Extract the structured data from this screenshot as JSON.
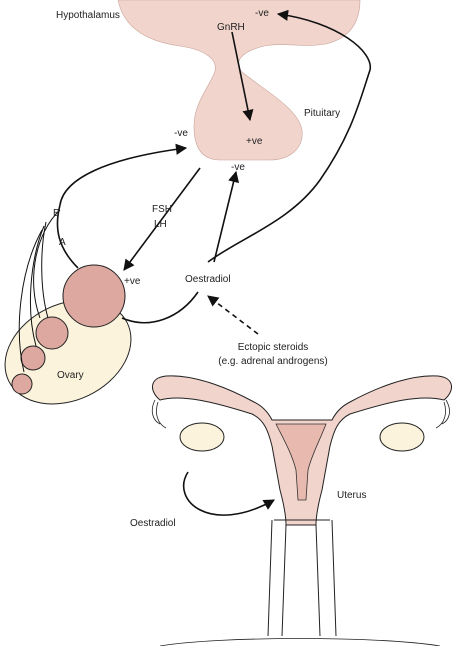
{
  "labels": {
    "hypothalamus": "Hypothalamus",
    "gnrh": "GnRH",
    "pituitary": "Pituitary",
    "neg_top_right": "-ve",
    "pos_pituitary": "+ve",
    "neg_left": "-ve",
    "neg_center": "-ve",
    "fsh": "FSH",
    "lh": "LH",
    "b": "B",
    "a": "A",
    "pos_ovary": "+ve",
    "oestradiol_main": "Oestradiol",
    "ectopic_line1": "Ectopic steroids",
    "ectopic_line2": "(e.g. adrenal androgens)",
    "ovary": "Ovary",
    "uterus": "Uterus",
    "oestradiol_uterus": "Oestradiol"
  },
  "colors": {
    "tissue_pink": "#f1d4cc",
    "follicle": "#dca8a0",
    "ovary_fill": "#fbf3dc",
    "uterus_inner": "#e8b9ae",
    "line": "#111111"
  }
}
